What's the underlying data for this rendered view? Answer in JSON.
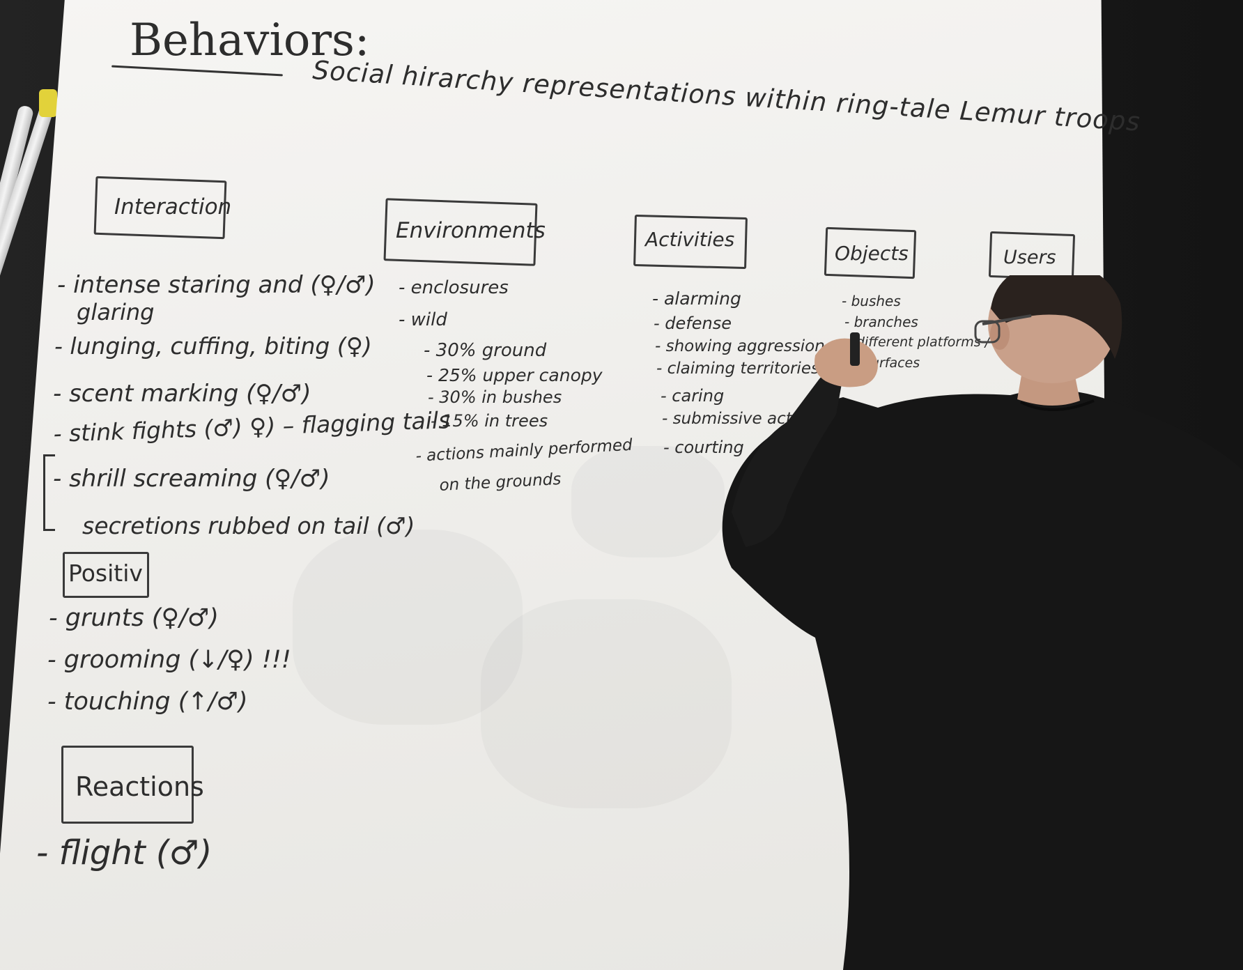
{
  "board": {
    "title": "Behaviors:",
    "subtitle": "Social hirarchy representations within ring-tale Lemur troops"
  },
  "interaction": {
    "heading": "Interaction",
    "items": [
      "- intense staring and (♀/♂)",
      "glaring",
      "- lunging, cuffing, biting (♀)",
      "- scent marking (♀/♂)",
      "- stink fights (♂) ♀) – flagging tails",
      "- shrill screaming (♀/♂)",
      "secretions rubbed on tail (♂)"
    ]
  },
  "positiv": {
    "heading": "Positiv",
    "items": [
      "- grunts (♀/♂)",
      "- grooming (↓/♀) !!!",
      "- touching (↑/♂)"
    ]
  },
  "reactions": {
    "heading": "Reactions",
    "items": [
      "- flight (♂)"
    ]
  },
  "environments": {
    "heading": "Environments",
    "items": [
      "- enclosures",
      "- wild",
      "- 30% ground",
      "- 25% upper canopy",
      "- 30% in bushes",
      "- 15% in trees",
      "- actions mainly performed",
      "on the grounds"
    ]
  },
  "activities": {
    "heading": "Activities",
    "items": [
      "- alarming",
      "- defense",
      "- showing aggression",
      "- claiming territories",
      "- caring",
      "- submissive actions",
      "- courting"
    ]
  },
  "objects": {
    "heading": "Objects",
    "items": [
      "- bushes",
      "- branches",
      "- different platforms /",
      "surfaces"
    ]
  },
  "users": {
    "heading": "Users"
  },
  "colors": {
    "marker": "#2d2d2d",
    "board": "#f2f1ee",
    "sweater": "#161616",
    "background": "#1c1c1c",
    "tape": "#e2d23a"
  }
}
